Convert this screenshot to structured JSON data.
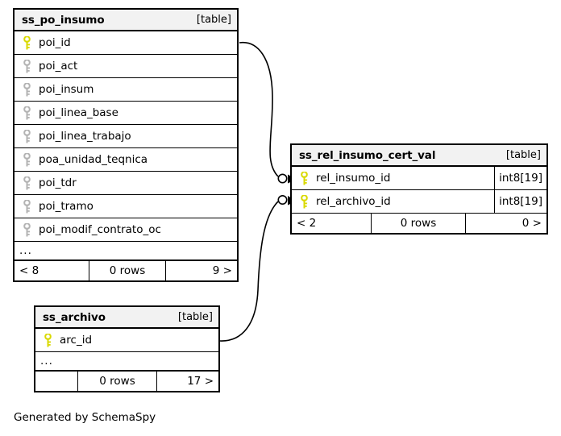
{
  "diagram": {
    "credit": "Generated by SchemaSpy",
    "table_tag": "[table]",
    "ellipsis": "...",
    "colors": {
      "primary_key": "#d9d900",
      "foreign_key": "#b3b3b3",
      "header_bg": "#f2f2f2",
      "border": "#000000",
      "edge": "#000000",
      "background": "#ffffff"
    }
  },
  "tables": [
    {
      "id": "ss_po_insumo",
      "name": "ss_po_insumo",
      "tag": "[table]",
      "columns": [
        {
          "name": "poi_id",
          "key": "primary",
          "type": ""
        },
        {
          "name": "poi_act",
          "key": "foreign",
          "type": ""
        },
        {
          "name": "poi_insum",
          "key": "foreign",
          "type": ""
        },
        {
          "name": "poi_linea_base",
          "key": "foreign",
          "type": ""
        },
        {
          "name": "poi_linea_trabajo",
          "key": "foreign",
          "type": ""
        },
        {
          "name": "poa_unidad_teqnica",
          "key": "foreign",
          "type": ""
        },
        {
          "name": "poi_tdr",
          "key": "foreign",
          "type": ""
        },
        {
          "name": "poi_tramo",
          "key": "foreign",
          "type": ""
        },
        {
          "name": "poi_modif_contrato_oc",
          "key": "foreign",
          "type": ""
        }
      ],
      "has_ellipsis_row": true,
      "footer": {
        "left": "< 8",
        "middle": "0 rows",
        "right": "9 >"
      }
    },
    {
      "id": "ss_rel_insumo_cert_val",
      "name": "ss_rel_insumo_cert_val",
      "tag": "[table]",
      "columns": [
        {
          "name": "rel_insumo_id",
          "key": "primary",
          "type": "int8[19]"
        },
        {
          "name": "rel_archivo_id",
          "key": "primary",
          "type": "int8[19]"
        }
      ],
      "has_ellipsis_row": false,
      "footer": {
        "left": "< 2",
        "middle": "0 rows",
        "right": "0 >"
      }
    },
    {
      "id": "ss_archivo",
      "name": "ss_archivo",
      "tag": "[table]",
      "columns": [
        {
          "name": "arc_id",
          "key": "primary",
          "type": ""
        }
      ],
      "has_ellipsis_row": true,
      "footer": {
        "left": "",
        "middle": "0 rows",
        "right": "17 >"
      }
    }
  ],
  "relationships": [
    {
      "from_table": "ss_po_insumo",
      "from_column": "poi_id",
      "to_table": "ss_rel_insumo_cert_val",
      "to_column": "rel_insumo_id",
      "notation": "zero-or-more"
    },
    {
      "from_table": "ss_archivo",
      "from_column": "arc_id",
      "to_table": "ss_rel_insumo_cert_val",
      "to_column": "rel_archivo_id",
      "notation": "zero-or-more"
    }
  ]
}
